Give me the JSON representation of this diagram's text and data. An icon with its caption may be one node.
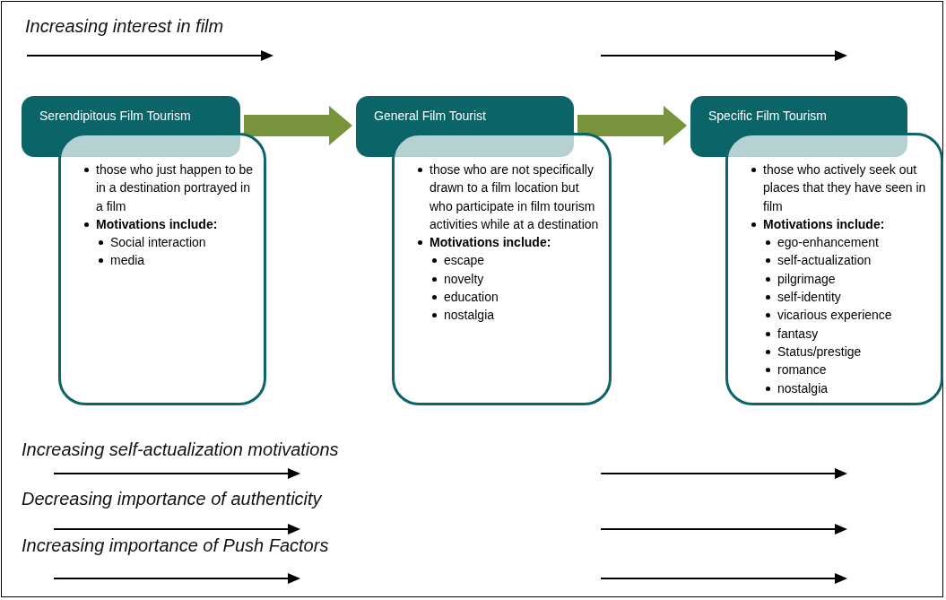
{
  "diagram": {
    "nodes": [
      {
        "text": [
          "Serendipitous Film Tourism"
        ]
      },
      {
        "text": [
          "those who just happen to be in a destination portrayed in a film",
          "Motivations include:",
          "Social interaction",
          "media"
        ]
      },
      {
        "text": [
          "General Film Tourist"
        ]
      },
      {
        "text": [
          "those who are not specifically drawn to a film location but who participate in film tourism activities while at a destination",
          "Motivations include:",
          "escape",
          "novelty",
          "education",
          "nostalgia"
        ]
      },
      {
        "text": [
          "Specific Film Tourism"
        ]
      },
      {
        "text": [
          "those who actively seek out places that they have seen in film",
          "Motivations include:",
          "ego-enhancement",
          "self-actualization",
          "pilgrimage",
          "self-identity",
          "vicarious experience",
          "fantasy",
          "Status/prestige",
          "romance",
          "nostalgia"
        ]
      }
    ],
    "edges": [
      {
        "from": 0,
        "to": 2,
        "arrow": "to"
      },
      {
        "from": 2,
        "to": 4,
        "arrow": "to"
      }
    ],
    "labels": [
      "Increasing interest in film",
      "Increasing self-actualization motivations",
      "Decreasing importance of authenticity",
      "Increasing importance of Push Factors"
    ]
  }
}
